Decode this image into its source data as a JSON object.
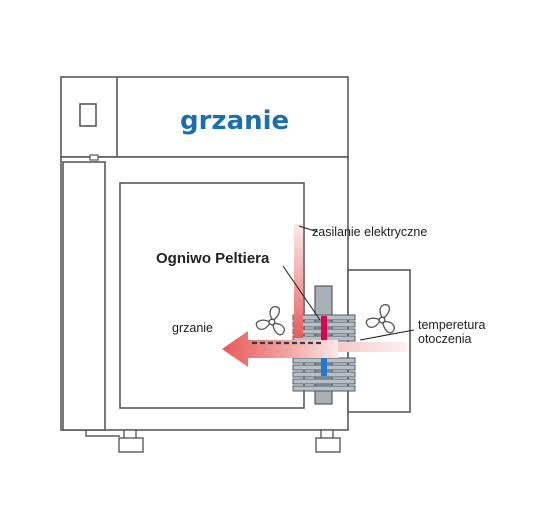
{
  "title": "grzanie",
  "labels": {
    "peltier": "Ogniwo Peltiera",
    "power": "zasilanie elektryczne",
    "heating": "grzanie",
    "ambient_line1": "temperetura",
    "ambient_line2": "otoczenia"
  },
  "icons": [
    "fan-icon",
    "fan-icon"
  ],
  "colors": {
    "title": "#1b6fae",
    "arrow": "#e8595a",
    "hot": "#e0004f",
    "cold": "#1f7bd1",
    "outline": "#5a5a5a",
    "fin_fill": "#b7c0c8",
    "column_fill": "#a9b1b8"
  }
}
